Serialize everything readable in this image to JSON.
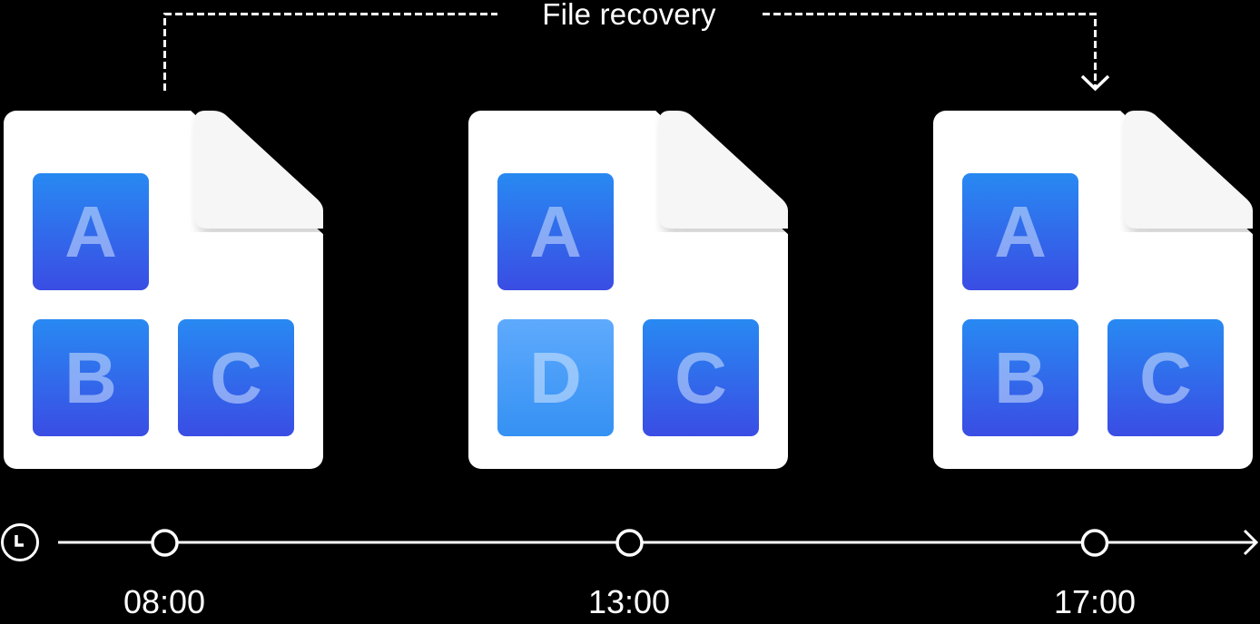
{
  "diagram": {
    "title": "File recovery",
    "accent_colors": {
      "tile_gradient_top": "#2889f2",
      "tile_gradient_bottom": "#3a4de4",
      "modified_tile_top": "#5eaafd",
      "modified_tile_bottom": "#3591f3",
      "background": "#000000",
      "document": "#ffffff"
    },
    "documents": [
      {
        "time": "08:00",
        "tiles": [
          "A",
          "B",
          "C"
        ],
        "modified_index": -1
      },
      {
        "time": "13:00",
        "tiles": [
          "A",
          "D",
          "C"
        ],
        "modified_index": 1
      },
      {
        "time": "17:00",
        "tiles": [
          "A",
          "B",
          "C"
        ],
        "modified_index": -1
      }
    ],
    "timeline": {
      "icon": "clock-icon",
      "labels": [
        "08:00",
        "13:00",
        "17:00"
      ]
    }
  }
}
